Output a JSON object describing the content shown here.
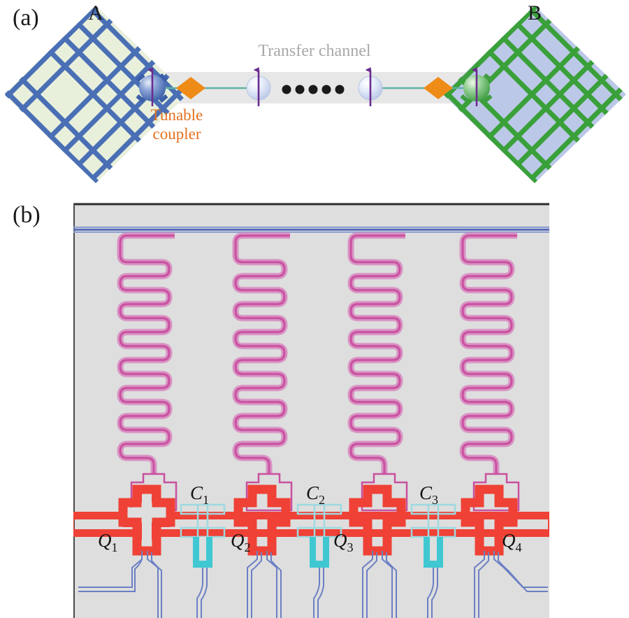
{
  "figure": {
    "panel_a": {
      "label": "(a)",
      "node_a_label": "A",
      "node_b_label": "B",
      "channel_label": "Transfer channel",
      "coupler_label_line1": "Tunable",
      "coupler_label_line2": "coupler",
      "ellipsis_dot_count": 5,
      "colors": {
        "node_a_background": "#e8f0dc",
        "node_a_lattice": "#4a6fb5",
        "node_b_background": "#bcc8e8",
        "node_b_lattice": "#3aa03a",
        "channel_band": "#e7e7e7",
        "tunable_coupler": "#ef8b17",
        "link_line": "#5fb3a4",
        "spin_arrow": "#6b2d8f",
        "ellipsis_dot": "#1a1a1a",
        "channel_label_text": "#a8a8a8",
        "coupler_label_text": "#e4701e"
      },
      "channel_qubits": [
        {
          "name": "node-a-qubit",
          "type": "lattice-node",
          "color": "#3b5fa8"
        },
        {
          "name": "channel-qubit-1",
          "type": "channel-node",
          "color": "#ccd8f2"
        },
        {
          "name": "channel-qubit-2",
          "type": "channel-node",
          "color": "#ccd8f2"
        },
        {
          "name": "node-b-qubit",
          "type": "lattice-node",
          "color": "#4aa84a"
        }
      ],
      "tunable_couplers": 2
    },
    "panel_b": {
      "label": "(b)",
      "micrograph_background": "#dedede",
      "colors": {
        "readout_resonator": "#c9509f",
        "readout_resonator_fill": "#d66bb0",
        "qubit": "#ef4136",
        "coupler": "#3fc8d2",
        "control_line": "#6b7fc4",
        "feedline": "#6b7fc4"
      },
      "qubits": [
        {
          "id": "Q1",
          "label": "Q",
          "sub": "1"
        },
        {
          "id": "Q2",
          "label": "Q",
          "sub": "2"
        },
        {
          "id": "Q3",
          "label": "Q",
          "sub": "3"
        },
        {
          "id": "Q4",
          "label": "Q",
          "sub": "4"
        }
      ],
      "couplers": [
        {
          "id": "C1",
          "label": "C",
          "sub": "1"
        },
        {
          "id": "C2",
          "label": "C",
          "sub": "2"
        },
        {
          "id": "C3",
          "label": "C",
          "sub": "3"
        }
      ],
      "resonator_count": 4,
      "meander_turns_per_resonator": 11
    }
  }
}
